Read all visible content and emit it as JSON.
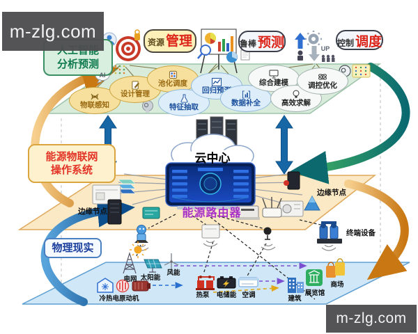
{
  "watermark": {
    "top_left": "m-zlg.com",
    "bottom_right": "m-zlg.com"
  },
  "badges": {
    "resource": {
      "prefix": "资源",
      "accent": "管理"
    },
    "robust": {
      "prefix": "鲁棒",
      "accent": "预测"
    },
    "control": {
      "prefix": "控制",
      "accent": "调度"
    }
  },
  "layer_labels": {
    "ai": {
      "line1": "人工智能",
      "line2": "分析预测"
    },
    "os": {
      "line1": "能源物联网",
      "line2": "操作系统"
    },
    "physical": "物理现实"
  },
  "ai_layer": {
    "ovals": [
      {
        "label": "物联感知",
        "style": "yellow",
        "icon": "antenna-icon"
      },
      {
        "label": "设计管理",
        "style": "yellow",
        "icon": "pencil-icon"
      },
      {
        "label": "池化调度",
        "style": "yellow",
        "icon": "pool-icon"
      },
      {
        "label": "特征抽取",
        "style": "blue",
        "icon": "flask-icon"
      },
      {
        "label": "回归预测",
        "style": "blue",
        "icon": "line-chart-icon"
      },
      {
        "label": "数据补全",
        "style": "blue",
        "icon": "data-icon"
      },
      {
        "label": "综合建模",
        "style": "white",
        "icon": "monitor-icon"
      },
      {
        "label": "高效求解",
        "style": "white",
        "icon": "bulb-icon"
      },
      {
        "label": "调控优化",
        "style": "white",
        "icon": "atom-icon"
      }
    ]
  },
  "middle_layer": {
    "cloud": "云中心",
    "router": "能源路由器",
    "edge_left": "边缘节点",
    "edge_right": "边缘节点",
    "terminal": "终端设备"
  },
  "physical_layer": {
    "items": [
      {
        "label": "电网"
      },
      {
        "label": "太阳能"
      },
      {
        "label": "风能"
      },
      {
        "label": "冷热电原动机"
      },
      {
        "label": "热泵"
      },
      {
        "label": "电储能"
      },
      {
        "label": "空调"
      },
      {
        "label": "建筑"
      },
      {
        "label": "展览馆"
      },
      {
        "label": "商场"
      }
    ]
  },
  "misc": {
    "up_text": "UP",
    "ai_text": "AI"
  },
  "colors": {
    "ai_layer_fill": "#d9ecdc",
    "os_layer_fill": "#fbe8c4",
    "physical_layer_fill": "#cfe7f7",
    "accent_red": "#dd2418",
    "router_label": "#a832c8",
    "os_label_red": "#e23326",
    "physical_label_blue": "#1b3f9c"
  }
}
